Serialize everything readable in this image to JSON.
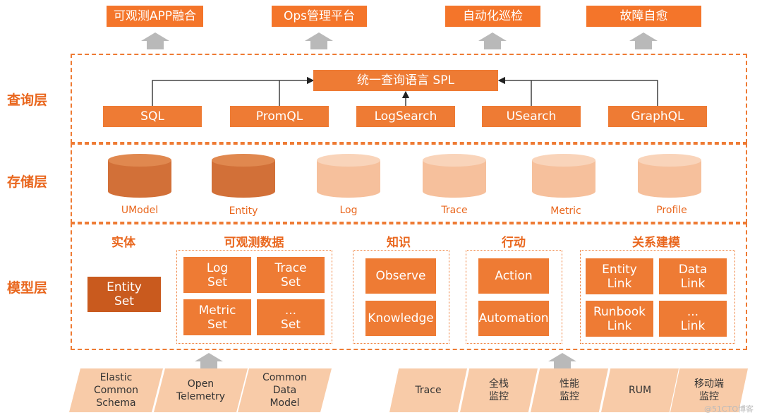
{
  "top_apps": [
    "可观测APP融合",
    "Ops管理平台",
    "自动化巡检",
    "故障自愈"
  ],
  "layers": {
    "query": "查询层",
    "storage": "存储层",
    "model": "模型层"
  },
  "query_layer": {
    "spl": "统一查询语言 SPL",
    "languages": [
      "SQL",
      "PromQL",
      "LogSearch",
      "USearch",
      "GraphQL"
    ]
  },
  "storage_layer": {
    "stores": [
      "UModel",
      "Entity",
      "Log",
      "Trace",
      "Metric",
      "Profile"
    ]
  },
  "model_layer": {
    "categories": [
      "实体",
      "可观测数据",
      "知识",
      "行动",
      "关系建模"
    ],
    "entity": "Entity\nSet",
    "observable": [
      "Log\nSet",
      "Trace\nSet",
      "Metric\nSet",
      "...\nSet"
    ],
    "knowledge": [
      "Observe",
      "Knowledge"
    ],
    "action": [
      "Action",
      "Automation"
    ],
    "relation": [
      "Entity\nLink",
      "Data\nLink",
      "Runbook\nLink",
      "...\nLink"
    ]
  },
  "sources_left": [
    "Elastic\nCommon\nSchema",
    "Open\nTelemetry",
    "Common\nData\nModel"
  ],
  "sources_right": [
    "Trace",
    "全栈\n监控",
    "性能\n监控",
    "RUM",
    "移动端\n监控"
  ],
  "watermark": "@51CTO博客",
  "colors": {
    "accent": "#EE7B34",
    "dark_accent": "#C95A1E",
    "light_accent": "#F8CBA8",
    "label": "#E9671E"
  }
}
